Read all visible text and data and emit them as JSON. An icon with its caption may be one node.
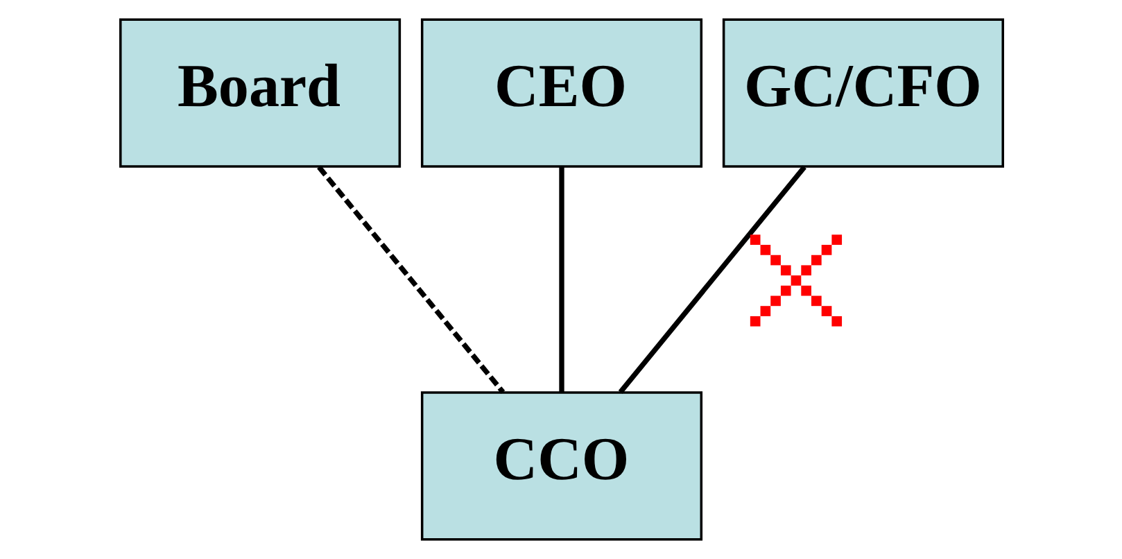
{
  "diagram": {
    "nodes": [
      {
        "text": [
          "Board"
        ]
      },
      {
        "text": [
          "CEO"
        ]
      },
      {
        "text": [
          "GC/CFO"
        ]
      },
      {
        "text": [
          "CCO"
        ]
      }
    ],
    "edges": [
      {
        "from": 0,
        "to": 3,
        "arrow": "none",
        "style": "dashed"
      },
      {
        "from": 1,
        "to": 3,
        "arrow": "none"
      },
      {
        "from": 2,
        "to": 3,
        "arrow": "none"
      }
    ]
  }
}
